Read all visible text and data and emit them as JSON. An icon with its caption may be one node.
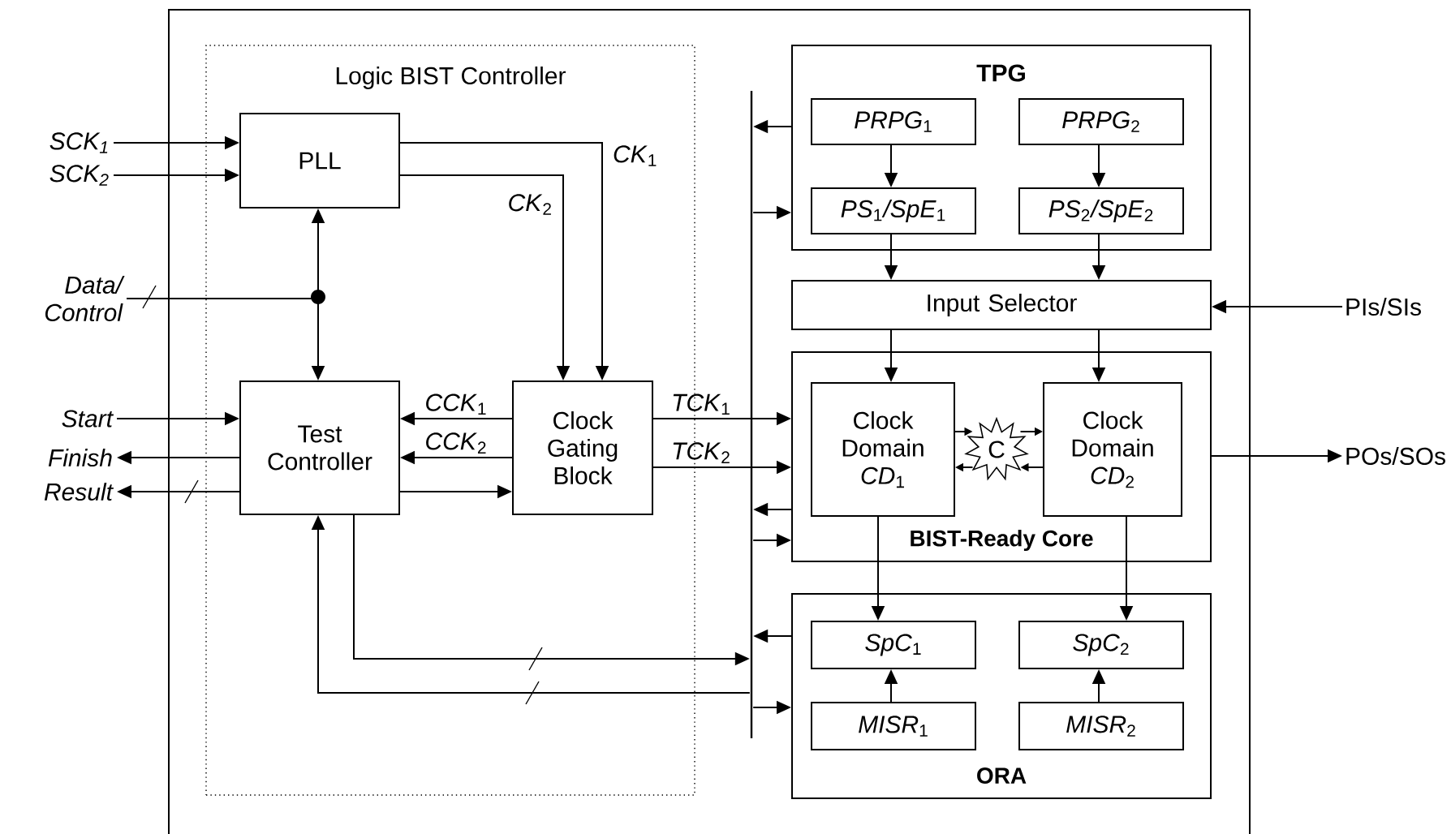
{
  "diagram": {
    "nodes": [
      {
        "text": [
          "Logic BIST Controller"
        ]
      },
      {
        "text": [
          "PLL"
        ],
        "in": 0
      },
      {
        "text": [
          "Test Controller"
        ],
        "in": 0
      },
      {
        "text": [
          "Clock Gating Block"
        ],
        "in": 0
      },
      {
        "text": [],
        "shape": "bar"
      },
      {
        "text": [
          "TPG"
        ]
      },
      {
        "text": [
          "*PRPG*$_{1}$"
        ],
        "in": 5
      },
      {
        "text": [
          "*PRPG*$_{2}$"
        ],
        "in": 5
      },
      {
        "text": [
          "*PS*$_{1}$*/SpE*$_{1}$"
        ],
        "in": 5
      },
      {
        "text": [
          "*PS*$_{2}$*/SpE*$_{2}$"
        ],
        "in": 5
      },
      {
        "text": [
          "Input Selector"
        ]
      },
      {
        "text": [
          "BIST-Ready Core"
        ]
      },
      {
        "text": [
          "Clock Domain *CD*$_{1}$"
        ],
        "in": 11
      },
      {
        "text": [
          "C"
        ],
        "in": 11
      },
      {
        "text": [
          "Clock Domain *CD*$_{2}$"
        ],
        "in": 11
      },
      {
        "text": [
          "ORA"
        ]
      },
      {
        "text": [
          "*SpC*$_{1}$"
        ],
        "in": 15
      },
      {
        "text": [
          "*SpC*$_{2}$"
        ],
        "in": 15
      },
      {
        "text": [
          "*MISR*$_{1}$"
        ],
        "in": 15
      },
      {
        "text": [
          "*MISR*$_{2}$"
        ],
        "in": 15
      },
      {
        "text": [
          "*SCK*$_{1}$"
        ]
      },
      {
        "text": [
          "*SCK*$_{2}$"
        ]
      },
      {
        "text": [
          "Data/ Control"
        ]
      },
      {
        "text": [
          "Start"
        ]
      },
      {
        "text": [
          "Finish"
        ]
      },
      {
        "text": [
          "Result"
        ]
      },
      {
        "text": [
          "PIs/SIs"
        ]
      },
      {
        "text": [
          "POs/SOs"
        ]
      }
    ],
    "edges": [
      {
        "from": 20,
        "to": 1,
        "arrow": "to"
      },
      {
        "from": 21,
        "to": 1,
        "arrow": "to"
      },
      {
        "from": 22,
        "to": 1,
        "arrow": "to"
      },
      {
        "from": 22,
        "to": 2,
        "arrow": "to"
      },
      {
        "from": 1,
        "to": 3,
        "arrow": "to",
        "label": "*CK*$_{1}$"
      },
      {
        "from": 1,
        "to": 3,
        "arrow": "to",
        "label": "*CK*$_{2}$"
      },
      {
        "from": 23,
        "to": 2,
        "arrow": "to"
      },
      {
        "from": 2,
        "to": 24,
        "arrow": "to"
      },
      {
        "from": 2,
        "to": 25,
        "arrow": "to"
      },
      {
        "from": 3,
        "to": 2,
        "arrow": "to",
        "label": "*CCK*$_{1}$"
      },
      {
        "from": 3,
        "to": 2,
        "arrow": "to",
        "label": "*CCK*$_{2}$"
      },
      {
        "from": 2,
        "to": 3,
        "arrow": "to"
      },
      {
        "from": 3,
        "to": 11,
        "arrow": "to",
        "label": "*TCK*$_{1}$"
      },
      {
        "from": 3,
        "to": 11,
        "arrow": "to",
        "label": "*TCK*$_{2}$"
      },
      {
        "from": 2,
        "to": 4,
        "arrow": "to"
      },
      {
        "from": 4,
        "to": 2,
        "arrow": "to"
      },
      {
        "from": 5,
        "to": 4,
        "arrow": "to"
      },
      {
        "from": 4,
        "to": 5,
        "arrow": "to"
      },
      {
        "from": 11,
        "to": 4,
        "arrow": "to"
      },
      {
        "from": 4,
        "to": 11,
        "arrow": "to"
      },
      {
        "from": 15,
        "to": 4,
        "arrow": "to"
      },
      {
        "from": 4,
        "to": 15,
        "arrow": "to"
      },
      {
        "from": 6,
        "to": 8,
        "arrow": "to"
      },
      {
        "from": 7,
        "to": 9,
        "arrow": "to"
      },
      {
        "from": 8,
        "to": 10,
        "arrow": "to"
      },
      {
        "from": 9,
        "to": 10,
        "arrow": "to"
      },
      {
        "from": 26,
        "to": 10,
        "arrow": "to"
      },
      {
        "from": 10,
        "to": 12,
        "arrow": "to"
      },
      {
        "from": 10,
        "to": 14,
        "arrow": "to"
      },
      {
        "from": 12,
        "to": 13,
        "arrow": "to"
      },
      {
        "from": 13,
        "to": 12,
        "arrow": "to"
      },
      {
        "from": 13,
        "to": 14,
        "arrow": "to"
      },
      {
        "from": 14,
        "to": 13,
        "arrow": "to"
      },
      {
        "from": 11,
        "to": 27,
        "arrow": "to"
      },
      {
        "from": 12,
        "to": 16,
        "arrow": "to"
      },
      {
        "from": 14,
        "to": 17,
        "arrow": "to"
      },
      {
        "from": 18,
        "to": 16,
        "arrow": "to"
      },
      {
        "from": 19,
        "to": 17,
        "arrow": "to"
      }
    ]
  }
}
